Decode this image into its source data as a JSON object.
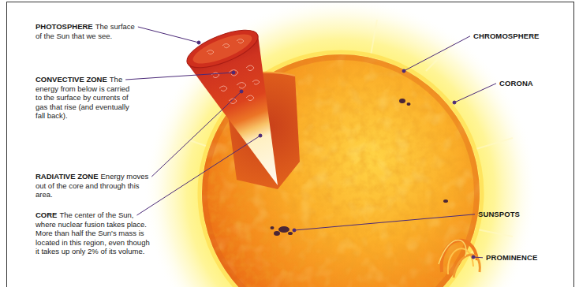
{
  "diagram": {
    "labels": [
      "PHOTOSPHERE",
      "The surface of the Sun that we see.",
      "CONVECTIVE ZONE",
      "The energy from below is carried to the surface by currents of gas that rise (and eventually fall back).",
      "RADIATIVE ZONE",
      "Energy moves out of the core and through this area.",
      "CORE",
      "The center of the Sun, where nuclear fusion takes place. More than half the Sun's mass is located in this region, even though it takes up only 2% of its volume.",
      "CHROMOSPHERE",
      "CORONA",
      "SUNSPOTS",
      "PROMINENCE"
    ]
  }
}
